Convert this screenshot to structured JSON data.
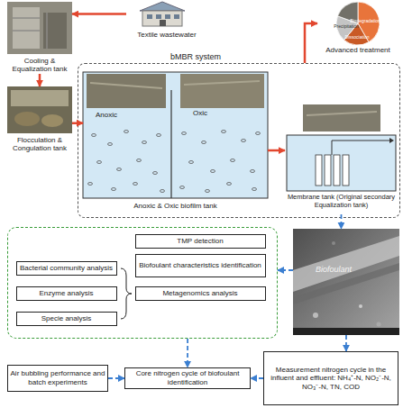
{
  "diagram": {
    "nodes": [
      {
        "text": [
          "Textile wastewater"
        ]
      },
      {
        "text": [
          "Cooling & Equalization tank"
        ]
      },
      {
        "text": [
          "Precipitation",
          "Biodegradation",
          "Dissociation",
          "Advanced treatment"
        ]
      },
      {
        "text": [
          "bMBR system"
        ]
      },
      {
        "text": [
          "Anoxic",
          "Oxic",
          "Anoxic & Oxic biofilm tank"
        ],
        "in": 3
      },
      {
        "text": [
          "Membrane tank (Original secondary Equalization tank)"
        ],
        "in": 3
      },
      {
        "text": [
          "Flocculation & Congulation tank"
        ]
      },
      {
        "text": []
      },
      {
        "text": [
          "TMP detection"
        ],
        "in": 7
      },
      {
        "text": [
          "Biofoulant characteristics identification"
        ],
        "in": 7
      },
      {
        "text": [
          "Bacterial community analysis"
        ],
        "in": 7
      },
      {
        "text": [
          "Enzyme analysis"
        ],
        "in": 7
      },
      {
        "text": [
          "Metagenomics analysis"
        ],
        "in": 7
      },
      {
        "text": [
          "Specie analysis"
        ],
        "in": 7
      },
      {
        "text": [
          "Biofoulant"
        ]
      },
      {
        "text": [
          "Air bubbling performance and batch experiments"
        ]
      },
      {
        "text": [
          "Core nitrogen cycle of biofoulant identification"
        ]
      },
      {
        "text": [
          "Measurement nitrogen cycle in the influent and effluent: NH₄⁺-N, NO₂⁻-N, NO₃⁻-N, TN, COD"
        ]
      }
    ],
    "edges": [
      {
        "from": 0,
        "to": 1,
        "arrow": "to"
      },
      {
        "from": 1,
        "to": 6,
        "arrow": "to"
      },
      {
        "from": 6,
        "to": 4,
        "arrow": "to"
      },
      {
        "from": 4,
        "to": 5,
        "arrow": "to"
      },
      {
        "from": 3,
        "to": 2,
        "arrow": "to"
      },
      {
        "from": 5,
        "to": 14,
        "arrow": "to"
      },
      {
        "from": 14,
        "to": 7,
        "arrow": "to"
      },
      {
        "from": 14,
        "to": 17,
        "arrow": "to"
      },
      {
        "from": 7,
        "to": 16,
        "arrow": "to"
      },
      {
        "from": 15,
        "to": 16,
        "arrow": "to"
      },
      {
        "from": 17,
        "to": 16,
        "arrow": "to"
      }
    ]
  }
}
